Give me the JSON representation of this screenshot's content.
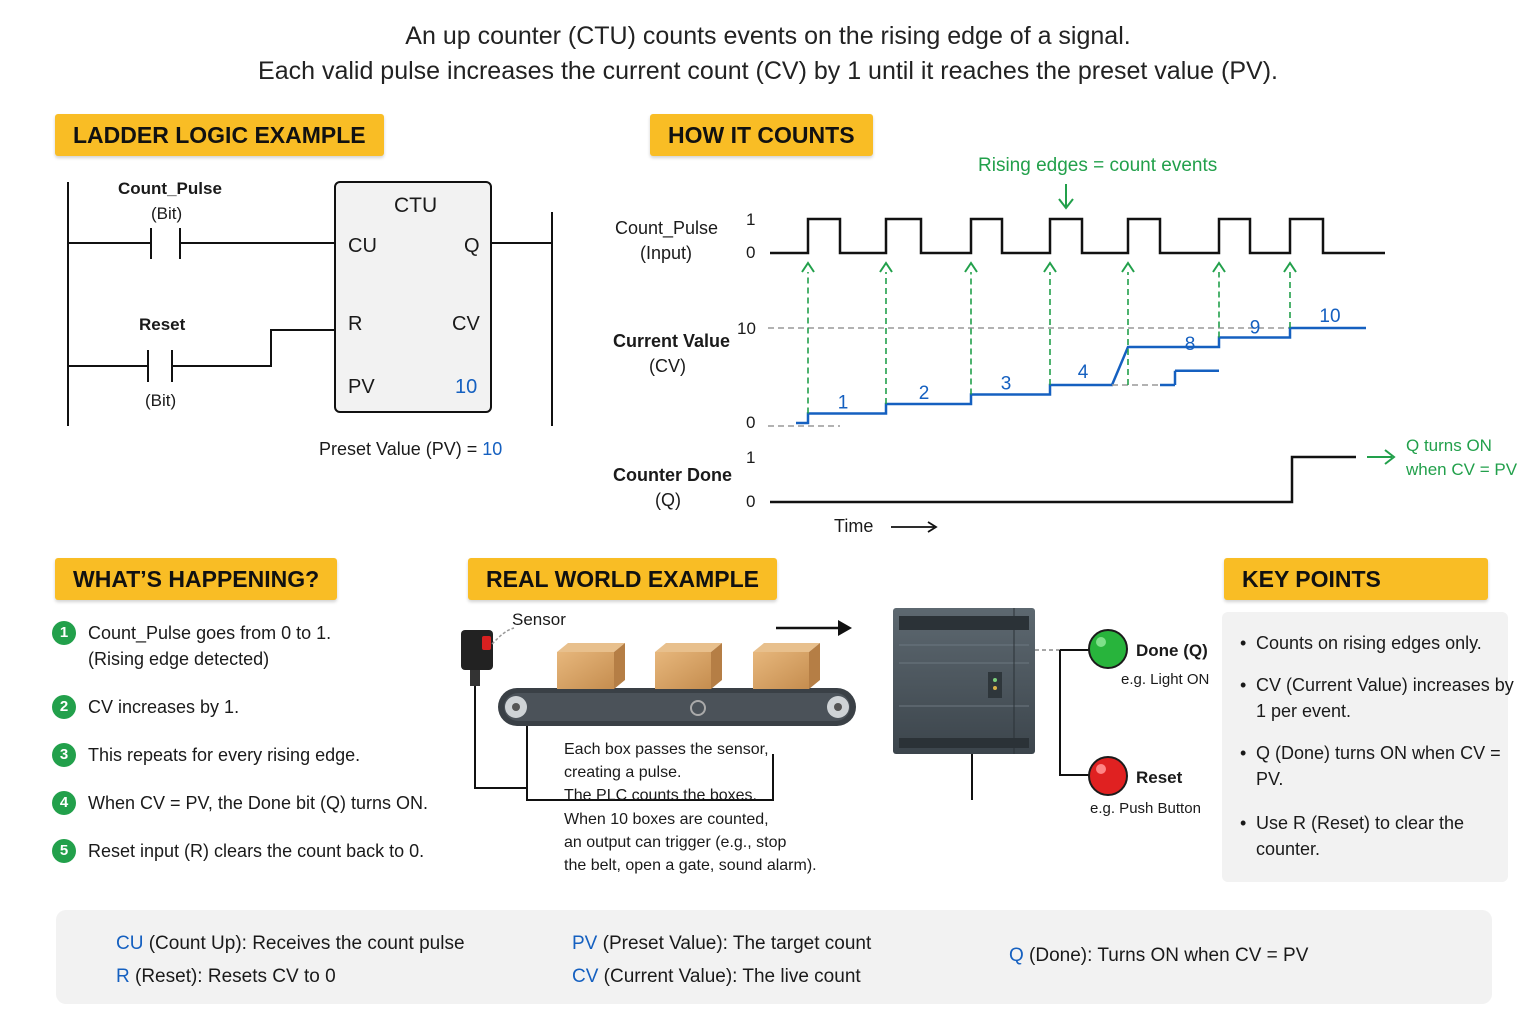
{
  "intro": {
    "line1": "An up counter (CTU) counts events on the rising edge of a signal.",
    "line2": "Each valid pulse increases the current count (CV) by 1 until it reaches the preset value (PV)."
  },
  "sections": {
    "ladder": "LADDER LOGIC EXAMPLE",
    "how": "HOW IT COUNTS",
    "happening": "WHAT’S HAPPENING?",
    "real_world": "REAL WORLD EXAMPLE",
    "key_points": "KEY POINTS"
  },
  "ladder": {
    "count_pulse": "Count_Pulse",
    "bit": "(Bit)",
    "reset": "Reset",
    "reset_bit": "(Bit)",
    "block_title": "CTU",
    "cu": "CU",
    "q": "Q",
    "r": "R",
    "cv": "CV",
    "pv": "PV",
    "pv_value": "10",
    "preset_label": "Preset Value (PV) = ",
    "preset_value": "10"
  },
  "timing": {
    "rising_label": "Rising edges = count events",
    "input_label1": "Count_Pulse",
    "input_label2": "(Input)",
    "cv_label1": "Current Value",
    "cv_label2": "(CV)",
    "done_label1": "Counter Done",
    "done_label2": "(Q)",
    "axis_one": "1",
    "axis_zero": "0",
    "axis_ten": "10",
    "time_label": "Time",
    "q_note1": "Q turns ON",
    "q_note2": "when CV = PV",
    "colors": {
      "pulse": "#111111",
      "cv_line": "#1560c0",
      "edge": "#22a04b",
      "ref": "#999999"
    }
  },
  "chart_data": {
    "type": "line",
    "x": [
      1,
      2,
      3,
      4,
      5,
      6,
      7
    ],
    "series": [
      {
        "values": [
          1,
          2,
          3,
          4,
          8,
          9,
          10
        ]
      }
    ],
    "step_labels": [
      "1",
      "2",
      "3",
      "4",
      "8",
      "9",
      "10"
    ],
    "input_levels": [
      0,
      1
    ],
    "cv_range": [
      0,
      10
    ],
    "q_levels": [
      0,
      1
    ],
    "grid": false
  },
  "happening": {
    "steps": [
      {
        "n": "1",
        "line1": "Count_Pulse goes from 0 to 1.",
        "line2": "(Rising edge detected)"
      },
      {
        "n": "2",
        "line1": "CV increases by 1."
      },
      {
        "n": "3",
        "line1": "This repeats for every rising edge."
      },
      {
        "n": "4",
        "line1": "When CV = PV, the Done bit (Q) turns ON."
      },
      {
        "n": "5",
        "line1": "Reset input (R) clears the count back to 0."
      }
    ]
  },
  "real_world": {
    "sensor": "Sensor",
    "done_label": "Done (Q)",
    "done_sub": "e.g. Light ON",
    "reset_label": "Reset",
    "reset_sub": "e.g. Push Button",
    "desc": [
      "Each box passes the sensor,",
      "creating a pulse.",
      "The PLC counts the boxes.",
      "When 10 boxes are counted,",
      "an output can trigger (e.g., stop",
      "the belt, open a gate, sound alarm)."
    ]
  },
  "key_points": [
    "Counts on rising edges only.",
    "CV (Current Value) increases by 1 per event.",
    "Q (Done) turns ON when CV = PV.",
    "Use R (Reset) to clear the counter."
  ],
  "legend": {
    "cu_key": "CU",
    "cu_text": " (Count Up): Receives the count pulse",
    "r_key": "R",
    "r_text": " (Reset): Resets CV to 0",
    "pv_key": "PV",
    "pv_text": " (Preset Value): The target count",
    "cv_key": "CV",
    "cv_text": " (Current Value): The live count",
    "q_key": "Q",
    "q_text": " (Done): Turns ON when CV = PV"
  }
}
